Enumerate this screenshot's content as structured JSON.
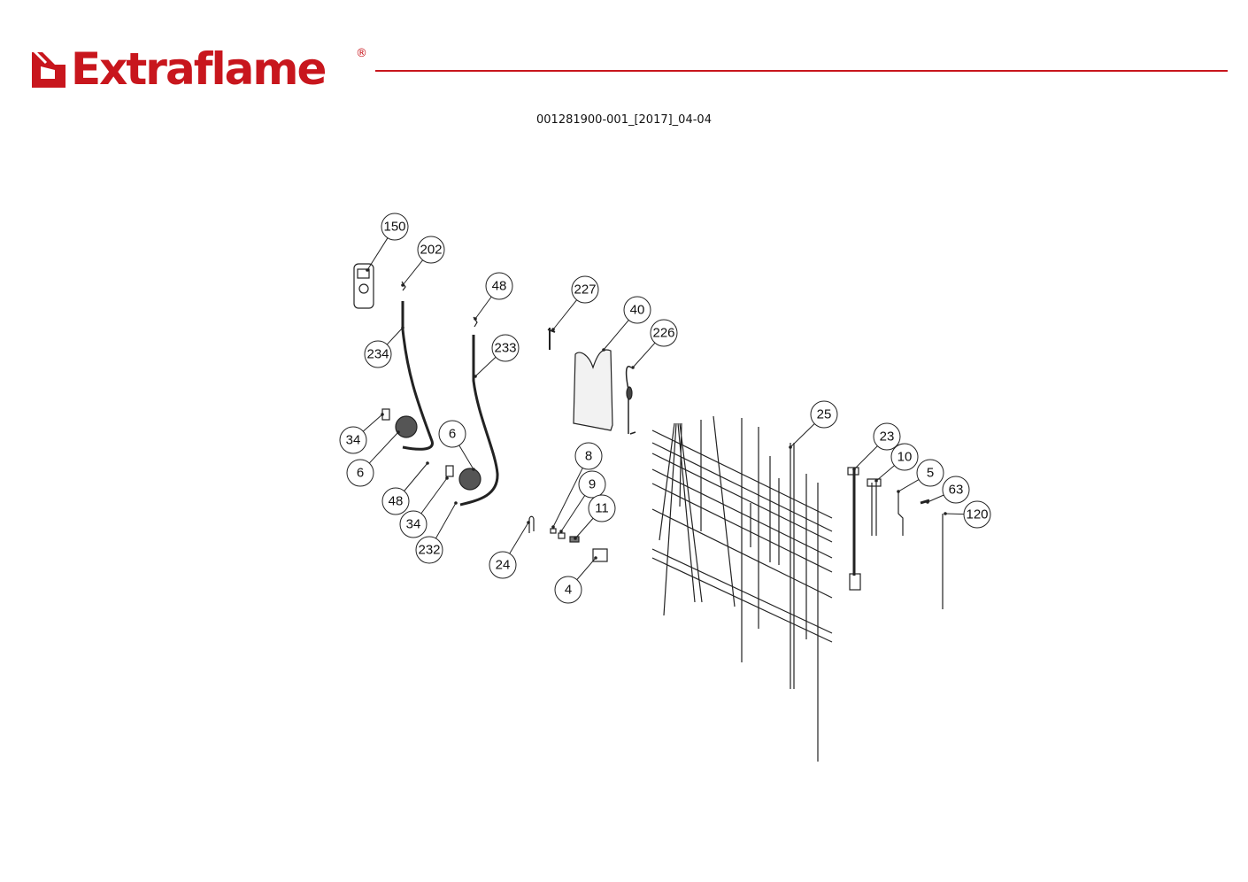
{
  "brand": {
    "name": "Extraflame",
    "registered_mark": "®",
    "color": "#c8161d"
  },
  "document_code": "001281900-001_[2017]_04-04",
  "diagram": {
    "type": "exploded-parts-view",
    "callouts": [
      "150",
      "202",
      "48",
      "227",
      "40",
      "226",
      "234",
      "233",
      "25",
      "23",
      "34",
      "6",
      "8",
      "10",
      "6",
      "5",
      "9",
      "63",
      "48",
      "11",
      "120",
      "34",
      "232",
      "24",
      "4"
    ]
  }
}
